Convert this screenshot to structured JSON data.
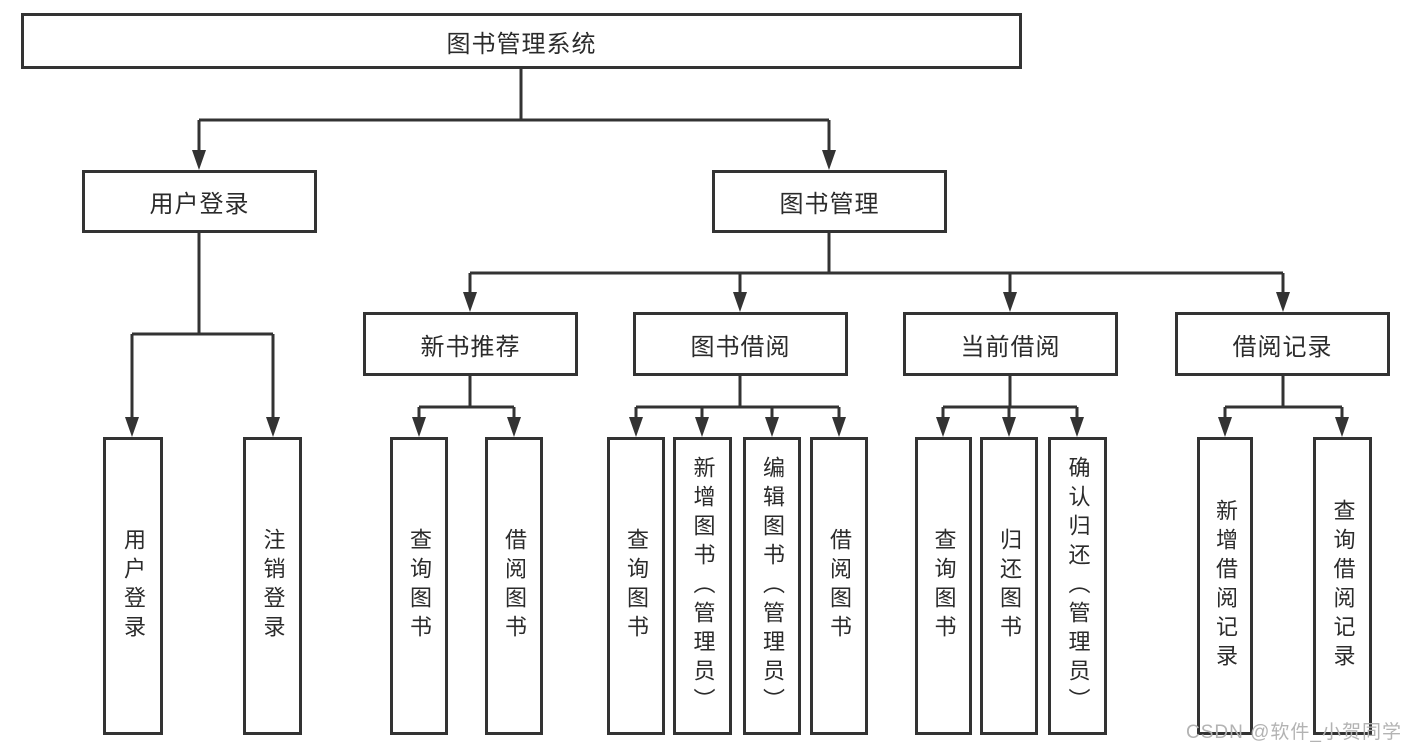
{
  "diagram": {
    "root": "图书管理系统",
    "branches": [
      {
        "label": "用户登录",
        "leaves": [
          "用户登录",
          "注销登录"
        ]
      },
      {
        "label": "图书管理",
        "children": [
          {
            "label": "新书推荐",
            "leaves": [
              "查询图书",
              "借阅图书"
            ]
          },
          {
            "label": "图书借阅",
            "leaves": [
              "查询图书",
              "新增图书（管理员）",
              "编辑图书（管理员）",
              "借阅图书"
            ]
          },
          {
            "label": "当前借阅",
            "leaves": [
              "查询图书",
              "归还图书",
              "确认归还（管理员）"
            ]
          },
          {
            "label": "借阅记录",
            "leaves": [
              "新增借阅记录",
              "查询借阅记录"
            ]
          }
        ]
      }
    ]
  },
  "watermark": "CSDN @软件_小贺同学",
  "colors": {
    "line": "#333333",
    "box_border": "#333333",
    "text": "#2b2b2b",
    "background": "#ffffff",
    "watermark": "#b3b3b3"
  }
}
